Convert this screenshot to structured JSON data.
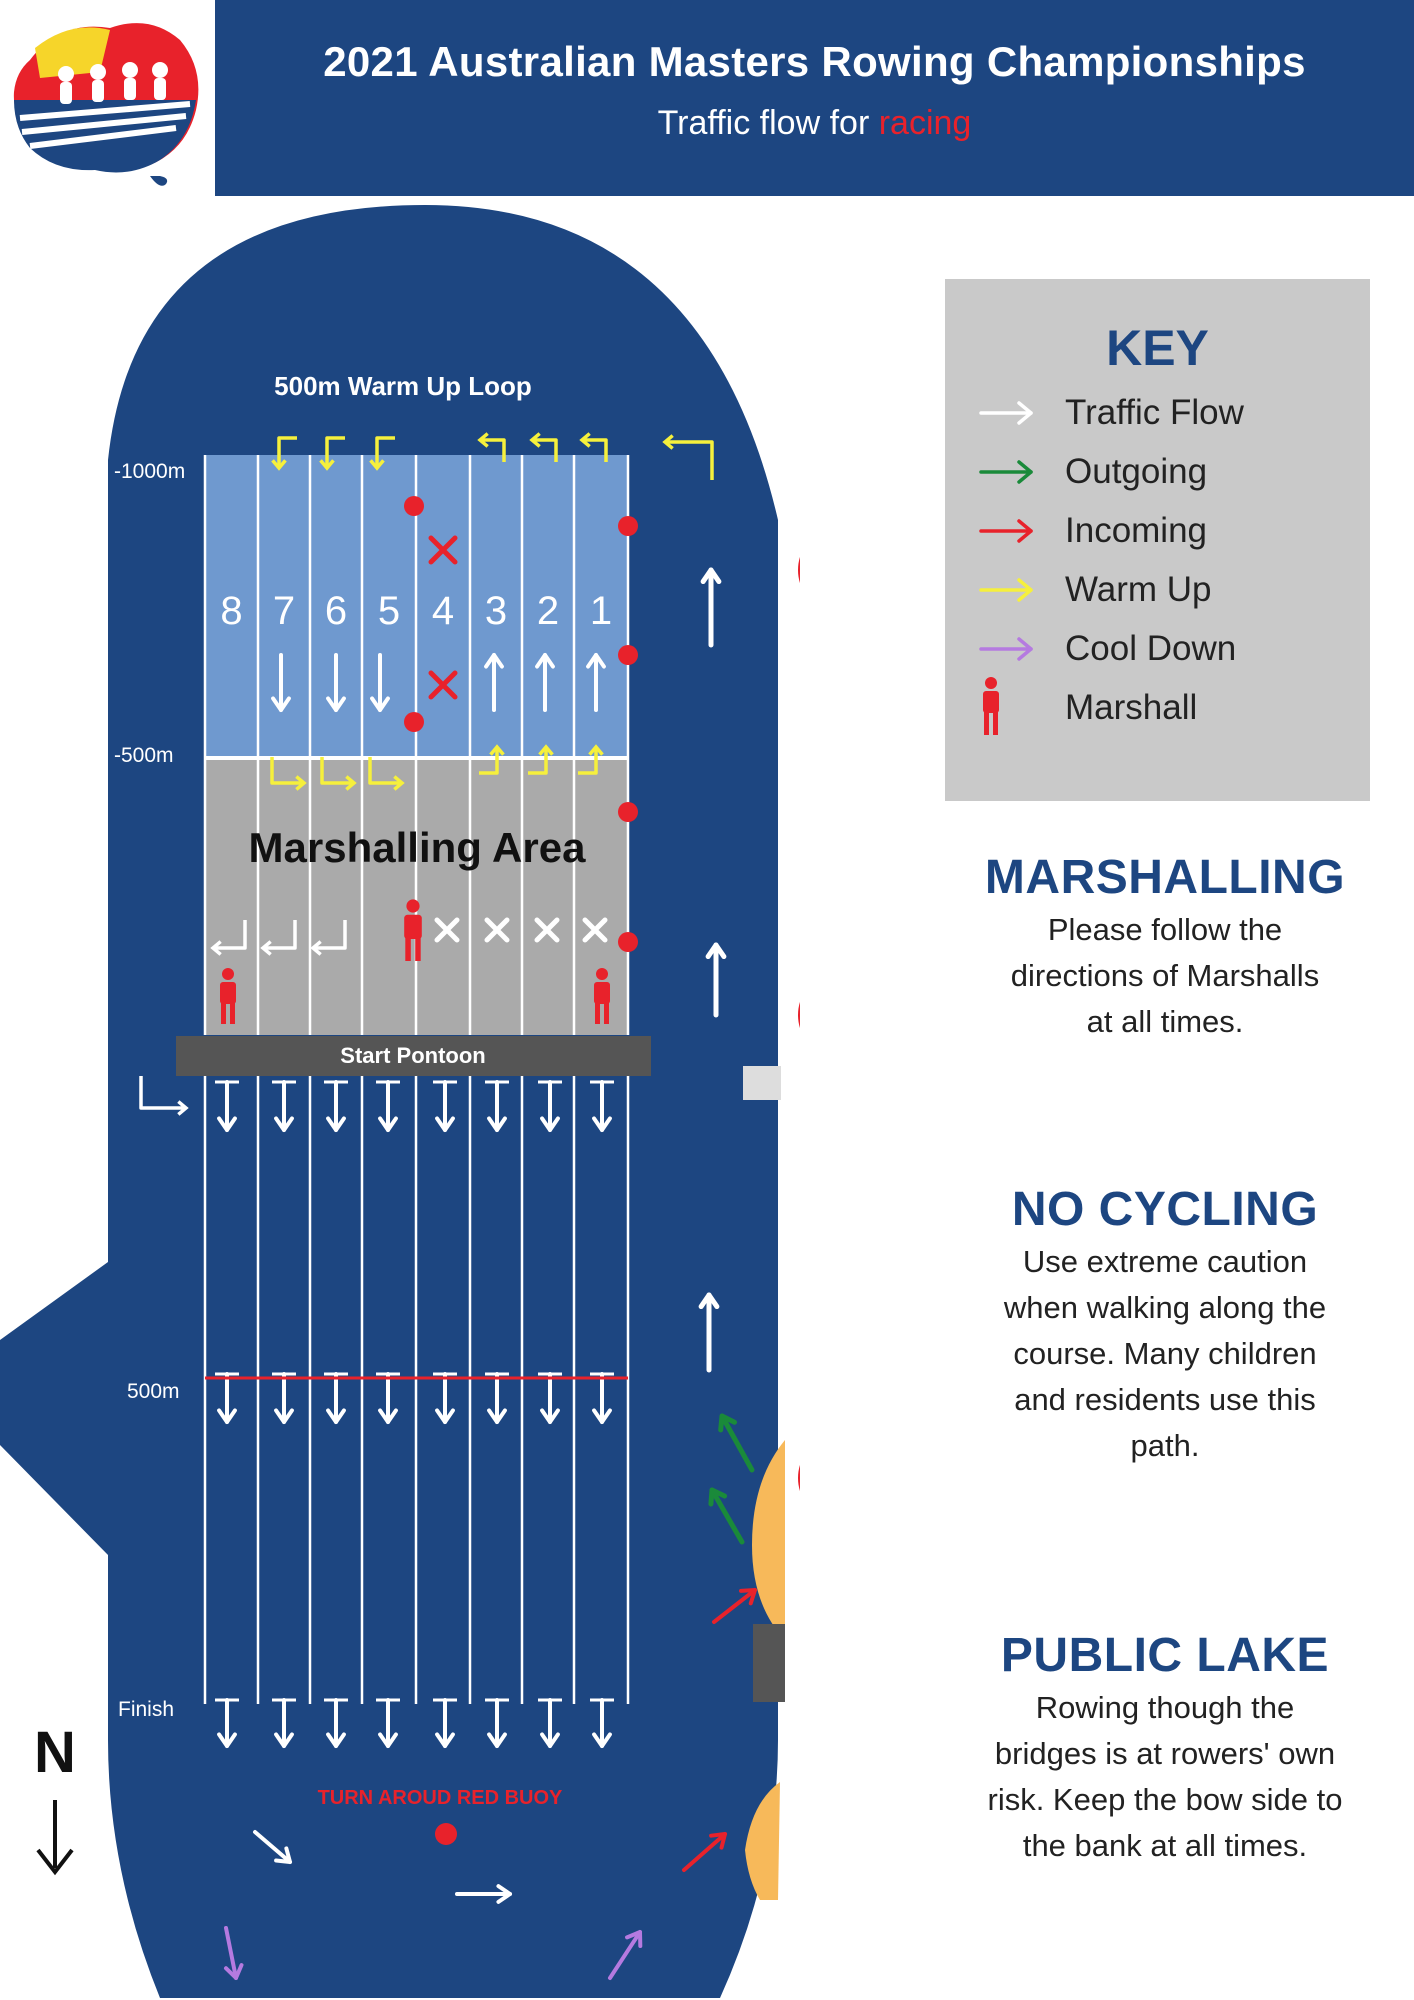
{
  "header": {
    "title": "2021 Australian Masters Rowing Championships",
    "subtitle_prefix": "Traffic flow for ",
    "subtitle_highlight": "racing"
  },
  "map": {
    "warmup_loop_label": "500m Warm Up Loop",
    "distance_markers": [
      "-1000m",
      "-500m",
      "500m",
      "Finish"
    ],
    "lane_numbers": [
      "8",
      "7",
      "6",
      "5",
      "4",
      "3",
      "2",
      "1"
    ],
    "marshalling_label": "Marshalling Area",
    "start_pontoon_label": "Start Pontoon",
    "turn_label": "TURN AROUD RED BUOY",
    "north_label": "N"
  },
  "key": {
    "title": "KEY",
    "items": [
      {
        "label": "Traffic Flow",
        "color": "#ffffff",
        "icon": "arrow-icon"
      },
      {
        "label": "Outgoing",
        "color": "#1a8a3a",
        "icon": "arrow-icon"
      },
      {
        "label": "Incoming",
        "color": "#e8222b",
        "icon": "arrow-icon"
      },
      {
        "label": "Warm Up",
        "color": "#f6f03c",
        "icon": "arrow-icon"
      },
      {
        "label": "Cool Down",
        "color": "#b57ae0",
        "icon": "arrow-icon"
      },
      {
        "label": "Marshall",
        "color": "#e8222b",
        "icon": "person-icon"
      }
    ]
  },
  "sections": {
    "marshalling": {
      "heading": "MARSHALLING",
      "lines": [
        "Please follow the",
        "directions of Marshalls",
        "at all times."
      ]
    },
    "no_cycling": {
      "heading": "NO CYCLING",
      "lines": [
        "Use extreme caution",
        "when walking along the",
        "course. Many children",
        "and residents use this",
        "path."
      ]
    },
    "public_lake": {
      "heading": "PUBLIC LAKE",
      "lines": [
        "Rowing though the",
        "bridges is at rowers' own",
        "risk. Keep the bow side to",
        "the bank at all times."
      ]
    }
  },
  "colors": {
    "navy": "#1d4681",
    "lane_blue": "#6f99cf",
    "marshal_grey": "#aaaaaa",
    "red": "#e8222b",
    "yellow": "#f6f03c",
    "green": "#1a8a3a",
    "purple": "#b57ae0",
    "sand": "#f7b95a"
  }
}
